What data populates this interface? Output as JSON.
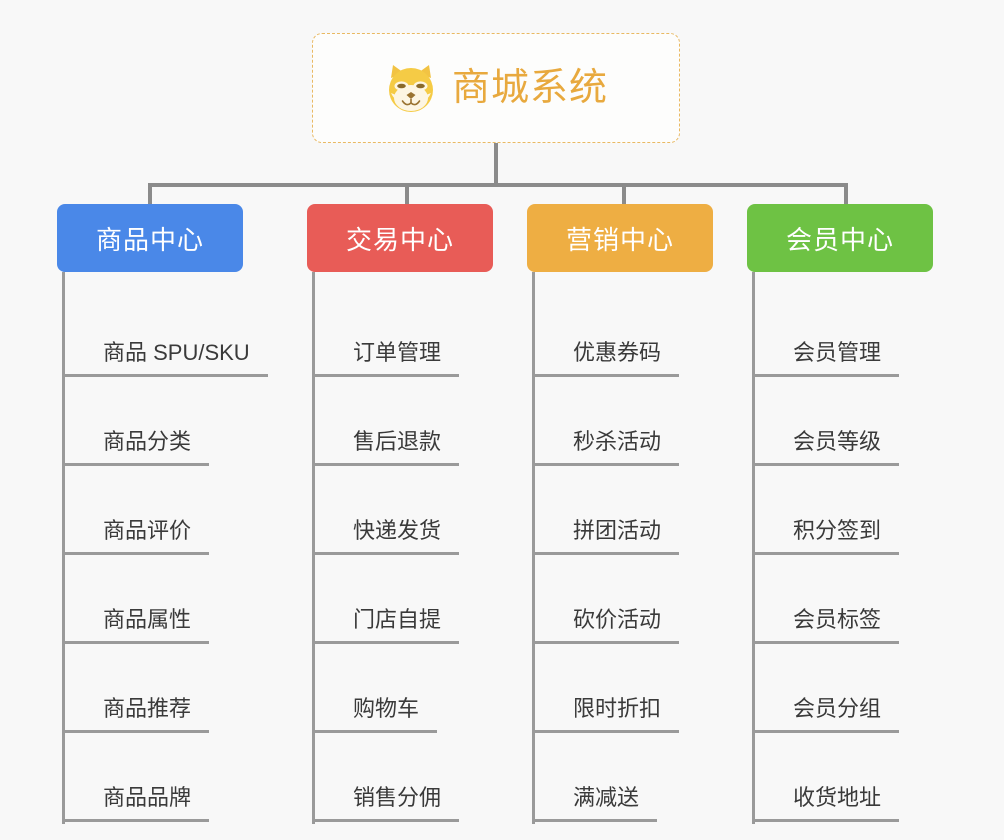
{
  "canvas": {
    "background": "#f8f8f8",
    "connector_color": "#8b8b8b",
    "leaf_line_color": "#9a9a9a"
  },
  "root": {
    "title": "商城系统",
    "icon": "shiba-dog-face-emoji",
    "title_color": "#e8a93e",
    "border_color": "#e9b962"
  },
  "categories": [
    {
      "label": "商品中心",
      "color": "#4a88e8",
      "items": [
        "商品 SPU/SKU",
        "商品分类",
        "商品评价",
        "商品属性",
        "商品推荐",
        "商品品牌"
      ]
    },
    {
      "label": "交易中心",
      "color": "#e85c57",
      "items": [
        "订单管理",
        "售后退款",
        "快递发货",
        "门店自提",
        "购物车",
        "销售分佣"
      ]
    },
    {
      "label": "营销中心",
      "color": "#eeae43",
      "items": [
        "优惠券码",
        "秒杀活动",
        "拼团活动",
        "砍价活动",
        "限时折扣",
        "满减送"
      ]
    },
    {
      "label": "会员中心",
      "color": "#6ec244",
      "items": [
        "会员管理",
        "会员等级",
        "积分签到",
        "会员标签",
        "会员分组",
        "收货地址"
      ]
    }
  ]
}
